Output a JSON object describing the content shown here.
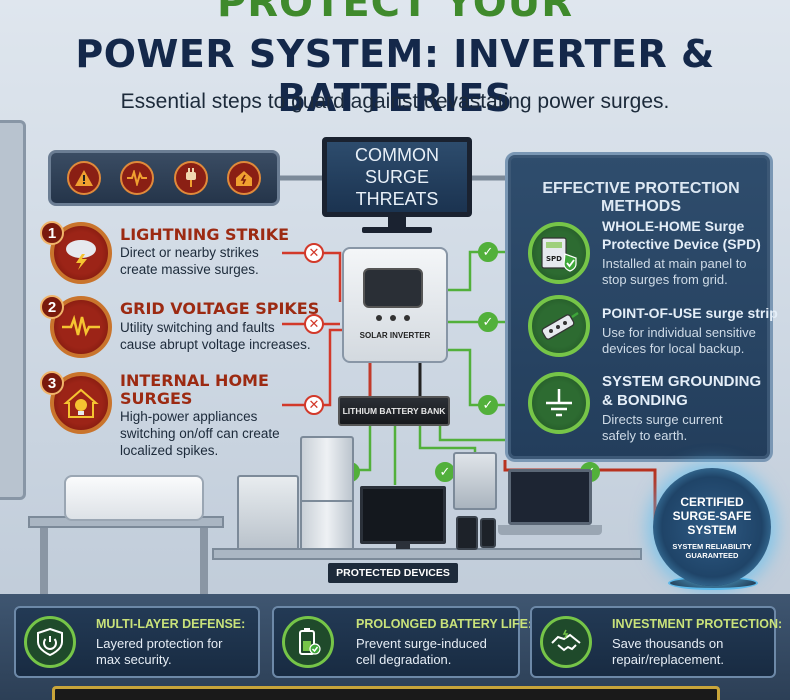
{
  "header": {
    "title_line1": "PROTECT YOUR",
    "title_line2": "POWER SYSTEM: INVERTER & BATTERIES",
    "subtitle": "Essential steps to guard against devastating power surges."
  },
  "monitor": {
    "line1": "COMMON",
    "line2": "SURGE THREATS"
  },
  "icon_bar": {
    "icons": [
      "warning-icon",
      "pulse-icon",
      "plug-icon",
      "home-surge-icon"
    ]
  },
  "threats": [
    {
      "number": "1",
      "title": "LIGHTNING STRIKE",
      "desc_line1": "Direct or nearby strikes",
      "desc_line2": "create massive surges.",
      "desc_line3": "",
      "icon": "lightning-cloud-icon"
    },
    {
      "number": "2",
      "title": "GRID VOLTAGE SPIKES",
      "desc_line1": "Utility switching and faults",
      "desc_line2": "cause abrupt voltage increases.",
      "desc_line3": "",
      "icon": "voltage-spike-icon"
    },
    {
      "number": "3",
      "title_line1": "INTERNAL HOME",
      "title_line2": "SURGES",
      "desc_line1": "High-power appliances",
      "desc_line2": "switching on/off can create",
      "desc_line3": "localized spikes.",
      "icon": "home-bulb-icon"
    }
  ],
  "protection": {
    "title": "EFFECTIVE PROTECTION METHODS",
    "methods": [
      {
        "head_line1": "WHOLE-HOME Surge",
        "head_line2": "Protective Device (SPD)",
        "desc_line1": "Installed at main panel to",
        "desc_line2": "stop surges from grid.",
        "icon": "spd-icon",
        "icon_label": "SPD"
      },
      {
        "head_line1": "POINT-OF-USE surge strip",
        "head_line2": "",
        "desc_line1": "Use for individual sensitive",
        "desc_line2": "devices for local backup.",
        "icon": "surge-strip-icon"
      },
      {
        "head_line1": "SYSTEM GROUNDING",
        "head_line2": "& BONDING",
        "desc_line1": "Directs surge current",
        "desc_line2": "safely to earth.",
        "icon": "ground-icon"
      }
    ]
  },
  "inverter": {
    "label": "SOLAR INVERTER"
  },
  "battery": {
    "label": "LITHIUM BATTERY BANK"
  },
  "devices": {
    "label": "PROTECTED DEVICES"
  },
  "certified": {
    "line1": "CERTIFIED",
    "line2": "SURGE-SAFE",
    "line3": "SYSTEM",
    "sub1": "SYSTEM RELIABILITY",
    "sub2": "GUARANTEED"
  },
  "benefits": [
    {
      "head": "MULTI-LAYER DEFENSE:",
      "desc_line1": "Layered protection for",
      "desc_line2": "max security.",
      "icon": "shield-power-icon"
    },
    {
      "head": "PROLONGED BATTERY LIFE:",
      "desc_line1": "Prevent surge-induced",
      "desc_line2": "cell degradation.",
      "icon": "battery-check-icon"
    },
    {
      "head": "INVESTMENT PROTECTION:",
      "desc_line1": "Save thousands on",
      "desc_line2": "repair/replacement.",
      "icon": "handshake-icon"
    }
  ],
  "colors": {
    "threat_red": "#9c2a12",
    "protect_green": "#76c548",
    "title_navy": "#14284a",
    "title_green": "#3f8a2c"
  }
}
